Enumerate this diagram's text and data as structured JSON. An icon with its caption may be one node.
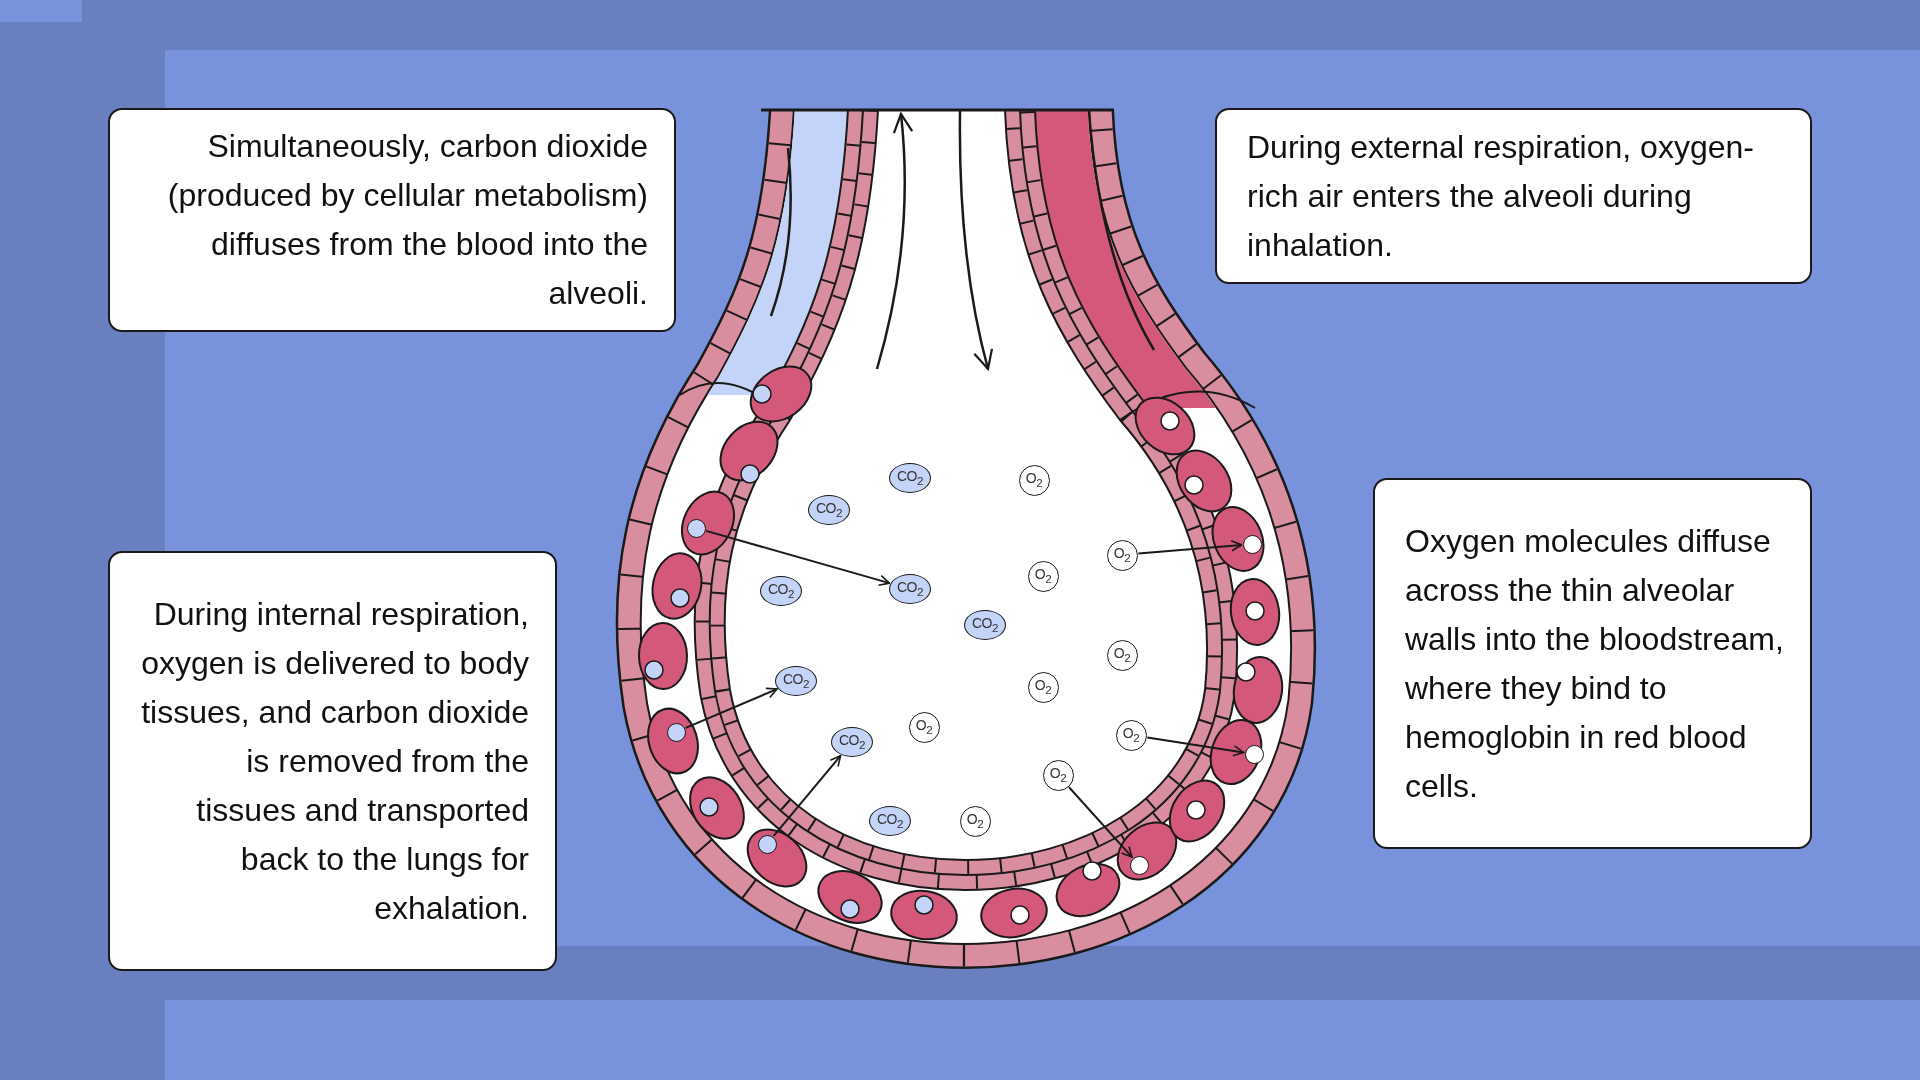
{
  "diagram": {
    "nodes": [
      {
        "text": [
          "Simultaneously, carbon dioxide (produced by cellular metabolism) diffuses from the blood into the alveoli."
        ]
      },
      {
        "text": [
          "During external respiration, oxygen-rich air enters the alveoli during inhalation."
        ]
      },
      {
        "text": [
          "During internal respiration, oxygen is delivered to body tissues, and carbon dioxide is removed from the tissues and transported back to the lungs for exhalation."
        ]
      },
      {
        "text": [
          "Oxygen molecules diffuse across the thin alveolar walls into the bloodstream, where they bind to hemoglobin in red blood cells."
        ]
      },
      {
        "text": [
          "CO$_{2}$"
        ]
      },
      {
        "text": [
          "O$_{2}$"
        ]
      },
      {
        "text": [
          "CO$_{2}$"
        ]
      },
      {
        "text": [
          "O$_{2}$"
        ]
      },
      {
        "text": [
          "O$_{2}$"
        ]
      },
      {
        "text": [
          "CO$_{2}$"
        ]
      },
      {
        "text": [
          "CO$_{2}$"
        ]
      },
      {
        "text": [
          "CO$_{2}$"
        ]
      },
      {
        "text": [
          "O$_{2}$"
        ]
      },
      {
        "text": [
          "CO$_{2}$"
        ]
      },
      {
        "text": [
          "O$_{2}$"
        ]
      },
      {
        "text": [
          "O$_{2}$"
        ]
      },
      {
        "text": [
          "O$_{2}$"
        ]
      },
      {
        "text": [
          "CO$_{2}$"
        ]
      },
      {
        "text": [
          "O$_{2}$"
        ]
      },
      {
        "text": [
          "CO$_{2}$"
        ]
      },
      {
        "text": [
          "O$_{2}$"
        ]
      },
      {
        "text": [],
        "shape": "circle"
      },
      {
        "text": [],
        "shape": "circle"
      },
      {
        "text": [],
        "shape": "circle"
      },
      {
        "text": [],
        "shape": "circle"
      },
      {
        "text": [],
        "shape": "circle"
      },
      {
        "text": [],
        "shape": "circle"
      }
    ],
    "edges": [
      {
        "from": 21,
        "to": 9,
        "arrow": "to"
      },
      {
        "from": 7,
        "to": 22,
        "arrow": "to"
      },
      {
        "from": 23,
        "to": 13,
        "arrow": "to"
      },
      {
        "from": 16,
        "to": 24,
        "arrow": "to"
      },
      {
        "from": 25,
        "to": 17,
        "arrow": "to"
      },
      {
        "from": 18,
        "to": 26,
        "arrow": "to"
      }
    ]
  }
}
